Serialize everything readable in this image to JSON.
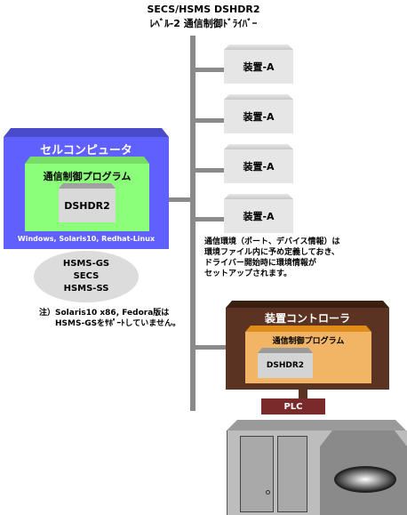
{
  "header": {
    "line1": "SECS/HSMS DSHDR2",
    "line2": "ﾚﾍﾞﾙ-2 通信制御ﾄﾞﾗｲﾊﾞｰ"
  },
  "devices": [
    {
      "label": "装置-A"
    },
    {
      "label": "装置-A"
    },
    {
      "label": "装置-A"
    },
    {
      "label": "装置-A"
    }
  ],
  "cell_computer": {
    "title": "セルコンピュータ",
    "program": "通信制御プログラム",
    "driver": "DSHDR2",
    "os": "Windows, Solaris10, Redhat-Linux"
  },
  "protocols": [
    "HSMS-GS",
    "SECS",
    "HSMS-SS"
  ],
  "note_solaris": {
    "line1": "注）Solaris10 x86, Fedora版は",
    "line2": "HSMS-GSをｻﾎﾟｰﾄしていません。"
  },
  "note_env": {
    "line1": "通信環境（ポート、デバイス情報）は",
    "line2": "環境ファイル内に予め定義しておき、",
    "line3": "ドライバー開始時に環境情報が",
    "line4": "セットアップされます。"
  },
  "device_controller": {
    "title": "装置コントローラ",
    "program": "通信制御プログラム",
    "driver": "DSHDR2"
  },
  "plc": {
    "label": "PLC"
  },
  "colors": {
    "bus": "#8a8a8a",
    "cell": "#6060ff",
    "cell_program": "#8cff7a",
    "controller": "#5a3322",
    "controller_program": "#f2b565",
    "plc": "#7a2a2a"
  }
}
